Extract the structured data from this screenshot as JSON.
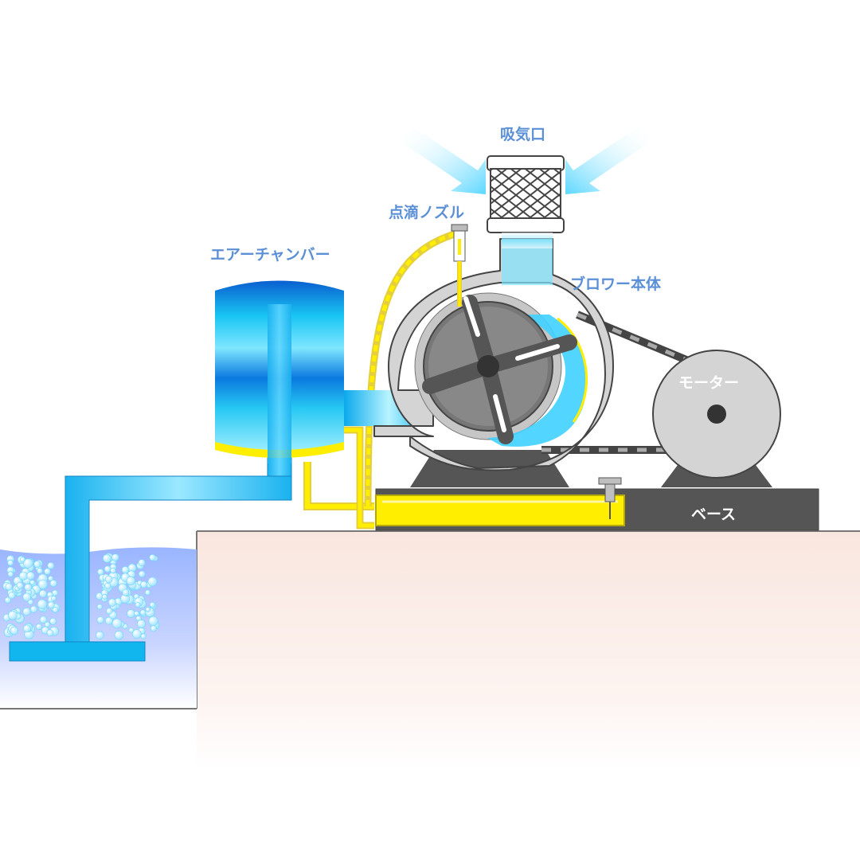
{
  "labels": {
    "intake": "吸気口",
    "drip_nozzle": "点滴ノズル",
    "air_chamber": "エアーチャンバー",
    "blower_body": "ブロワー本体",
    "motor": "モーター",
    "base": "ベース"
  },
  "colors": {
    "label_blue": "#5b8fd6",
    "water_blue": "#00b3ee",
    "oil_yellow": "#ffee00",
    "casing_gray": "#d4d4d4",
    "dark_gray": "#555555",
    "floor_pink": "#fbeeea"
  }
}
